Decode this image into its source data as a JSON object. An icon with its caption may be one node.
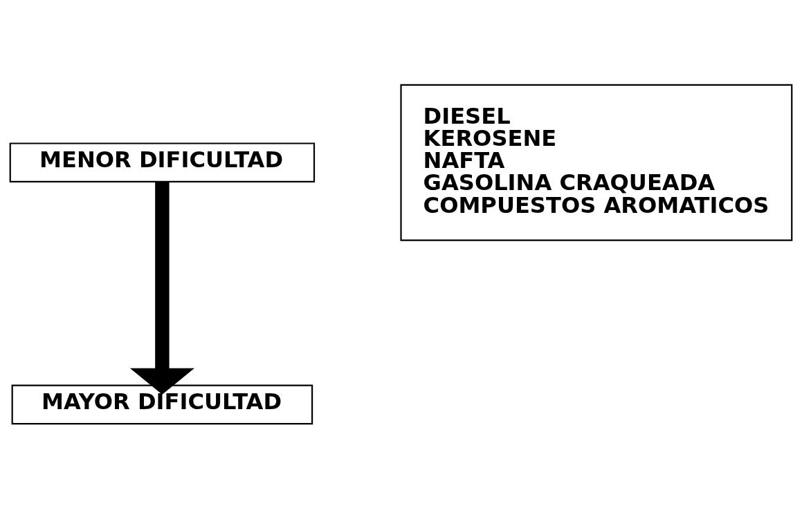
{
  "diagram": {
    "nodes": [
      {
        "text": [
          "MENOR DIFICULTAD"
        ]
      },
      {
        "text": [
          "MAYOR DIFICULTAD"
        ]
      },
      {
        "text": [
          "DIESEL",
          "KEROSENE",
          "NAFTA",
          "GASOLINA CRAQUEADA",
          "COMPUESTOS AROMATICOS"
        ]
      }
    ],
    "edges": [
      {
        "from": 0,
        "to": 1,
        "arrow": "to"
      }
    ]
  }
}
